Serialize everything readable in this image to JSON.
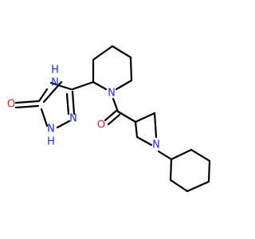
{
  "molecule": {
    "atoms": {
      "oxygen_carbonyl": {
        "text": "O"
      },
      "triazole_nh_top": {
        "text": "N"
      },
      "triazole_h_top": {
        "text": "H"
      },
      "triazole_n_bridge": {
        "text": "N"
      },
      "triazole_nh_bottom": {
        "text": "N"
      },
      "triazole_h_bottom": {
        "text": "H"
      },
      "piperidine_n": {
        "text": "N"
      },
      "amide_oxygen": {
        "text": "O"
      },
      "azetidine_n": {
        "text": "N"
      }
    },
    "colors": {
      "nitrogen": "#1f2bd8",
      "oxygen": "#e0201b",
      "bond": "#000000"
    }
  }
}
